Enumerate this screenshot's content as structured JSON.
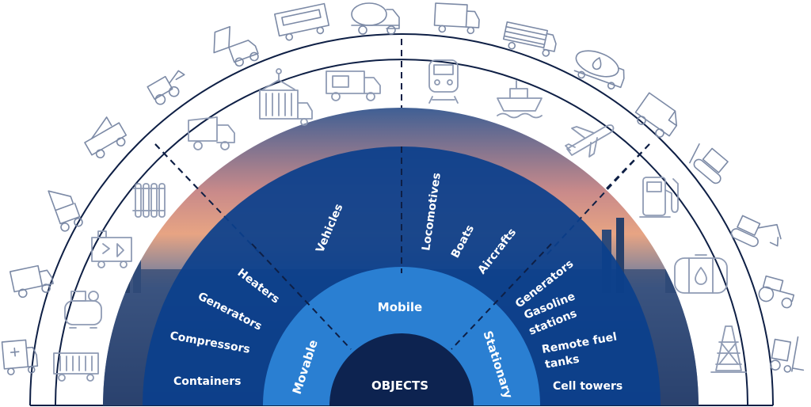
{
  "center": {
    "label": "OBJECTS"
  },
  "ring2": {
    "movable": "Movable",
    "mobile": "Mobile",
    "stationary": "Stationary"
  },
  "ring3": {
    "containers": "Containers",
    "compressors": "Compressors",
    "generators_left": "Generators",
    "heaters": "Heaters",
    "vehicles": "Vehicles",
    "locomotives": "Locomotives",
    "boats": "Boats",
    "aircrafts": "Aircrafts",
    "generators_right": "Generators",
    "gasoline_1": "Gasoline",
    "gasoline_2": "stations",
    "remote_1": "Remote fuel",
    "remote_2": "tanks",
    "cell_towers": "Cell towers"
  },
  "colors": {
    "center": "#0d2350",
    "ring2": "#2a7fd2",
    "ring3": "#0b3f8c",
    "outline": "#0e1f45",
    "icon": "#7c8aa6"
  },
  "icons_inner": [
    "container-wagon-icon",
    "air-compressor-icon",
    "generator-icon",
    "radiator-icon",
    "dump-truck-icon",
    "shipping-container-crane-icon",
    "garbage-truck-icon",
    "train-icon",
    "ship-icon",
    "airplane-icon",
    "fuel-pump-icon",
    "fuel-tank-icon",
    "oil-derrick-icon"
  ],
  "icons_outer": [
    "ambulance-icon",
    "military-vehicle-icon",
    "drilling-rig-icon",
    "crane-truck-icon",
    "wheel-loader-icon",
    "tipper-truck-icon",
    "locomotive-icon",
    "concrete-mixer-icon",
    "box-truck-icon",
    "timber-truck-icon",
    "fuel-tanker-icon",
    "van-icon",
    "bulldozer-icon",
    "crawler-excavator-icon",
    "tractor-icon",
    "forklift-icon"
  ]
}
